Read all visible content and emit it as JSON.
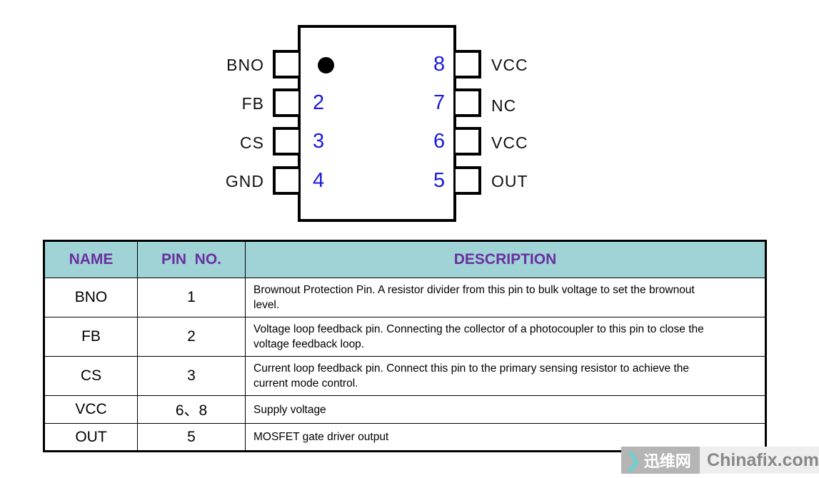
{
  "diagram": {
    "left_pins": [
      {
        "name": "BNO",
        "num": ""
      },
      {
        "name": "FB",
        "num": "2"
      },
      {
        "name": "CS",
        "num": "3"
      },
      {
        "name": "GND",
        "num": "4"
      }
    ],
    "right_pins": [
      {
        "name": "VCC",
        "num": "8"
      },
      {
        "name": "NC",
        "num": "7"
      },
      {
        "name": "VCC",
        "num": "6"
      },
      {
        "name": "OUT",
        "num": "5"
      }
    ]
  },
  "table": {
    "headers": [
      "NAME",
      "PIN  NO.",
      "DESCRIPTION"
    ],
    "rows": [
      {
        "name": "BNO",
        "pin": "1",
        "desc": "Brownout Protection Pin. A resistor divider from this pin to bulk voltage to set the brownout level."
      },
      {
        "name": "FB",
        "pin": "2",
        "desc": "Voltage loop feedback pin. Connecting the collector of a photocoupler to this pin to close the voltage feedback loop."
      },
      {
        "name": "CS",
        "pin": "3",
        "desc": "Current loop feedback pin. Connect this pin to the primary sensing resistor to achieve the current mode control."
      },
      {
        "name": "VCC",
        "pin": "6、8",
        "desc": "Supply voltage"
      },
      {
        "name": "OUT",
        "pin": "5",
        "desc": "MOSFET gate driver output"
      }
    ]
  },
  "watermark": {
    "cn": "迅维网",
    "en": "Chinafix.com"
  }
}
